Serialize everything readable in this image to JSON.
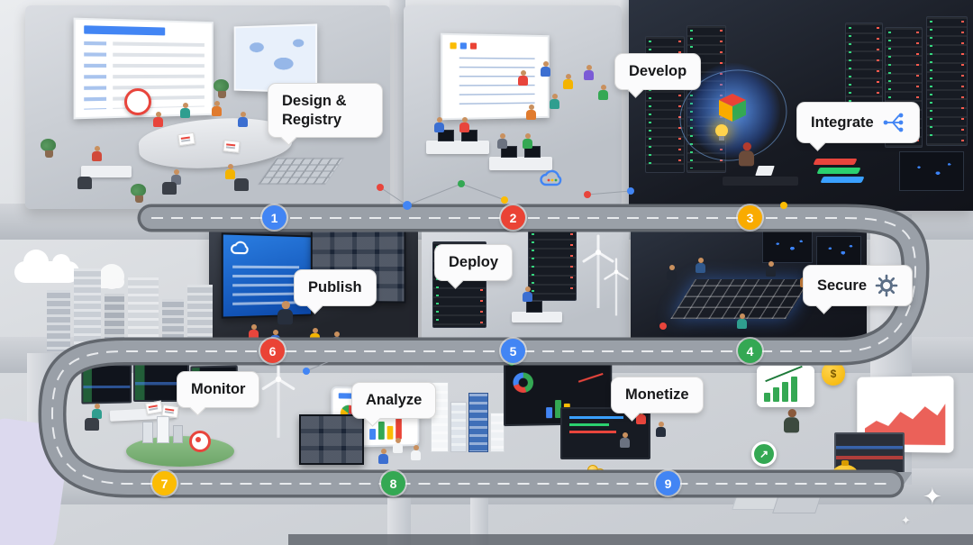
{
  "stages": [
    {
      "number": "1",
      "label": "Design & Registry",
      "color": "#4285F4"
    },
    {
      "number": "2",
      "label": "Develop",
      "color": "#EA4335"
    },
    {
      "number": "3",
      "label": "Integrate",
      "color": "#F9AB00",
      "icon": "circuit-branch-icon"
    },
    {
      "number": "4",
      "label": "Secure",
      "color": "#34A853",
      "icon": "gear-icon"
    },
    {
      "number": "5",
      "label": "Deploy",
      "color": "#4285F4"
    },
    {
      "number": "6",
      "label": "Publish",
      "color": "#EA4335"
    },
    {
      "number": "7",
      "label": "Monitor",
      "color": "#FBBC04"
    },
    {
      "number": "8",
      "label": "Analyze",
      "color": "#34A853"
    },
    {
      "number": "9",
      "label": "Monetize",
      "color": "#4285F4"
    }
  ],
  "money": {
    "bag_symbol": "$"
  },
  "icons": {
    "trend_arrow_glyph": "↗",
    "sparkle_glyph": "✦",
    "cloud": "cloud-icon",
    "google_cloud_logo": "google-cloud-logo-icon",
    "lightbulb": "lightbulb-icon",
    "money_bag": "money-bag-icon",
    "target": "target-icon",
    "wind_turbine": "wind-turbine-icon"
  },
  "palette": {
    "blue": "#4285F4",
    "red": "#EA4335",
    "yellow": "#FBBC04",
    "green": "#34A853",
    "road": "#9AA0A8",
    "road_edge": "#62676E",
    "background": "#D7DADE"
  }
}
